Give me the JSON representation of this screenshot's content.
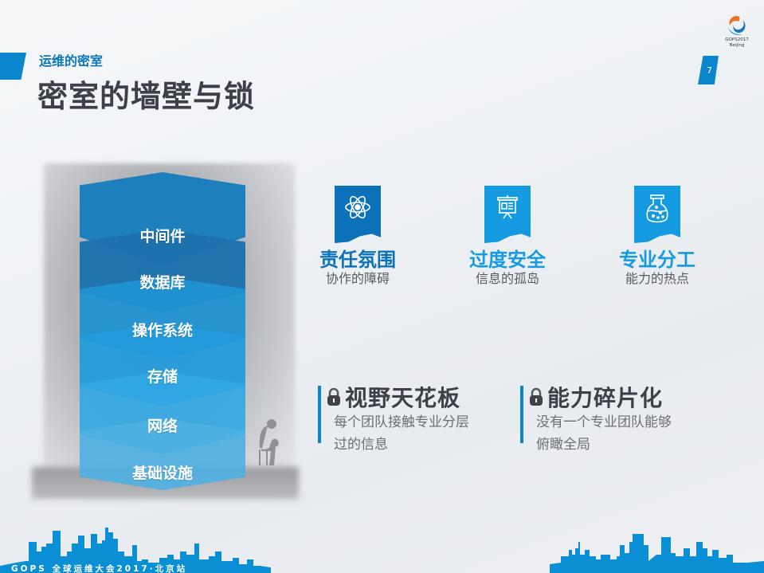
{
  "header": {
    "section": "运维的密室",
    "title": "密室的墙壁与锁",
    "page_number": "7",
    "logo": {
      "line1": "GOPS2017",
      "line2": "Beijing"
    }
  },
  "stack": {
    "layers": [
      {
        "label": "中间件",
        "color": "#1e7fbd"
      },
      {
        "label": "数据库",
        "color": "#1d72ad"
      },
      {
        "label": "操作系统",
        "color": "#1f8fcf"
      },
      {
        "label": "存储",
        "color": "#2198d8"
      },
      {
        "label": "网络",
        "color": "#2ba5e0"
      },
      {
        "label": "基础设施",
        "color": "#49ade0"
      }
    ]
  },
  "cards": [
    {
      "icon": "atom-icon",
      "title": "责任氛围",
      "subtitle": "协作的障碍",
      "color": "#0b72b9"
    },
    {
      "icon": "presentation-board-icon",
      "title": "过度安全",
      "subtitle": "信息的孤岛",
      "color": "#139ae0"
    },
    {
      "icon": "flask-icon",
      "title": "专业分工",
      "subtitle": "能力的热点",
      "color": "#139ae0"
    }
  ],
  "locks": [
    {
      "title": "视野天花板",
      "lines": [
        "每个团队接触专业分层",
        "过的信息"
      ]
    },
    {
      "title": "能力碎片化",
      "lines": [
        "没有一个专业团队能够",
        "俯瞰全局"
      ]
    }
  ],
  "footer": {
    "text": "GOPS 全球运维大会2017·北京站",
    "color": "#0b8fd4"
  }
}
